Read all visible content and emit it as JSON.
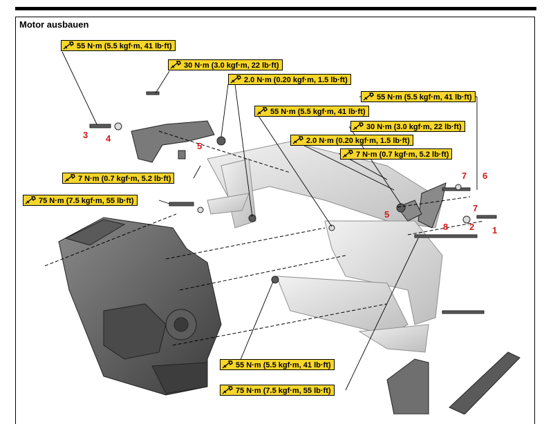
{
  "section_title": "Motor ausbauen",
  "torque_labels": [
    "55 N·m (5.5 kgf·m, 41 lb·ft)",
    "30 N·m (3.0 kgf·m, 22 lb·ft)",
    "2.0 N·m (0.20 kgf·m, 1.5 lb·ft)",
    "55 N·m (5.5 kgf·m, 41 lb·ft)",
    "55 N·m (5.5 kgf·m, 41 lb·ft)",
    "30 N·m (3.0 kgf·m, 22 lb·ft)",
    "2.0 N·m (0.20 kgf·m, 1.5 lb·ft)",
    "7 N·m (0.7 kgf·m, 5.2 lb·ft)",
    "7 N·m (0.7 kgf·m, 5.2 lb·ft)",
    "75 N·m (7.5 kgf·m, 55 lb·ft)",
    "55 N·m (5.5 kgf·m, 41 lb·ft)",
    "75 N·m (7.5 kgf·m, 55 lb·ft)"
  ],
  "part_numbers": [
    "3",
    "4",
    "5",
    "7",
    "6",
    "7",
    "5",
    "8",
    "2",
    "1"
  ],
  "colors": {
    "torque_label_bg": "#f7d62a",
    "part_number": "#d21a1a",
    "part_gray": "#6e6e6e"
  },
  "icons": {
    "torque_icon": "wrench-icon"
  }
}
